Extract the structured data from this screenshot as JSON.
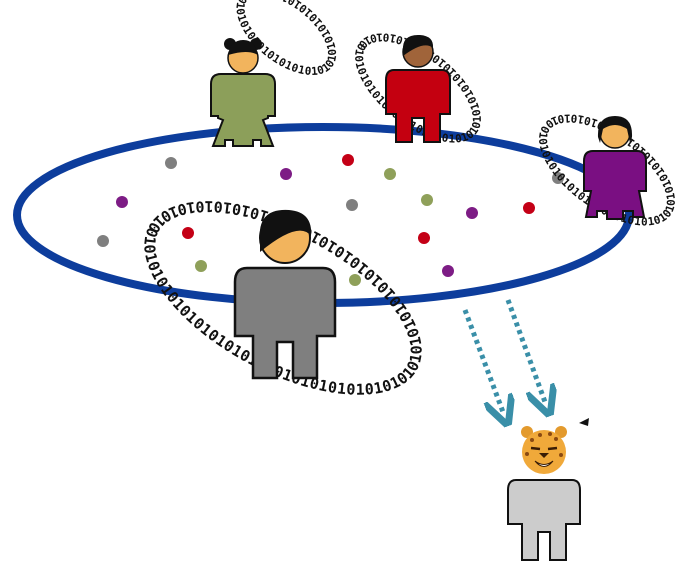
{
  "binary_stream": "01010101010101010101010101010101010101010101010101010101010101010101010101010101010101010101010101010101",
  "colors": {
    "network_ring": "#0d3d9c",
    "arrow": "#3a8fa8",
    "skin": "#f2b45d",
    "hair": "#111111",
    "dot_gray": "#7f7f7f",
    "dot_red": "#c40016",
    "dot_purple": "#7d1c85",
    "dot_olive": "#8fa05a"
  },
  "people": [
    {
      "id": "girl-olive",
      "body_color": "#8c9f5a",
      "shape": "dress"
    },
    {
      "id": "man-red",
      "body_color": "#c40010",
      "skin": "#a0643a",
      "shape": "suit"
    },
    {
      "id": "girl-purple",
      "body_color": "#7a0f82",
      "shape": "dress"
    },
    {
      "id": "man-gray",
      "body_color": "#7f7f7f",
      "shape": "suit"
    },
    {
      "id": "attacker-cheetah",
      "body_color": "#cccccc",
      "shape": "suit",
      "mask": "cheetah-mask-icon"
    }
  ]
}
